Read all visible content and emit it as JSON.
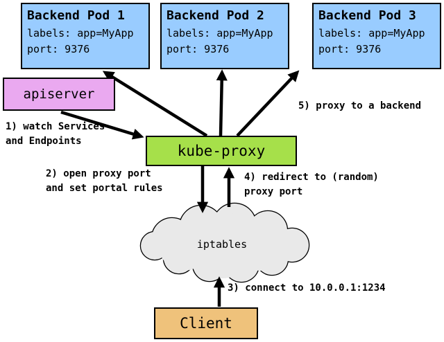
{
  "diagram": {
    "pods": [
      {
        "title": "Backend Pod 1",
        "labels": "labels: app=MyApp",
        "port": "port: 9376"
      },
      {
        "title": "Backend Pod 2",
        "labels": "labels: app=MyApp",
        "port": "port: 9376"
      },
      {
        "title": "Backend Pod 3",
        "labels": "labels: app=MyApp",
        "port": "port: 9376"
      }
    ],
    "nodes": {
      "apiserver": "apiserver",
      "kube_proxy": "kube-proxy",
      "iptables": "iptables",
      "client": "Client"
    },
    "steps": {
      "step1": "1) watch Services\nand Endpoints",
      "step2": "2) open proxy port\nand set portal rules",
      "step3": "3) connect to 10.0.0.1:1234",
      "step4": "4) redirect to (random)\nproxy port",
      "step5": "5) proxy to a backend"
    },
    "colors": {
      "pod": "#99ccff",
      "apiserver": "#eaa9f0",
      "kube_proxy": "#a6e04a",
      "cloud": "#e9e9e9",
      "client": "#efc27b",
      "arrow": "#000000"
    }
  }
}
